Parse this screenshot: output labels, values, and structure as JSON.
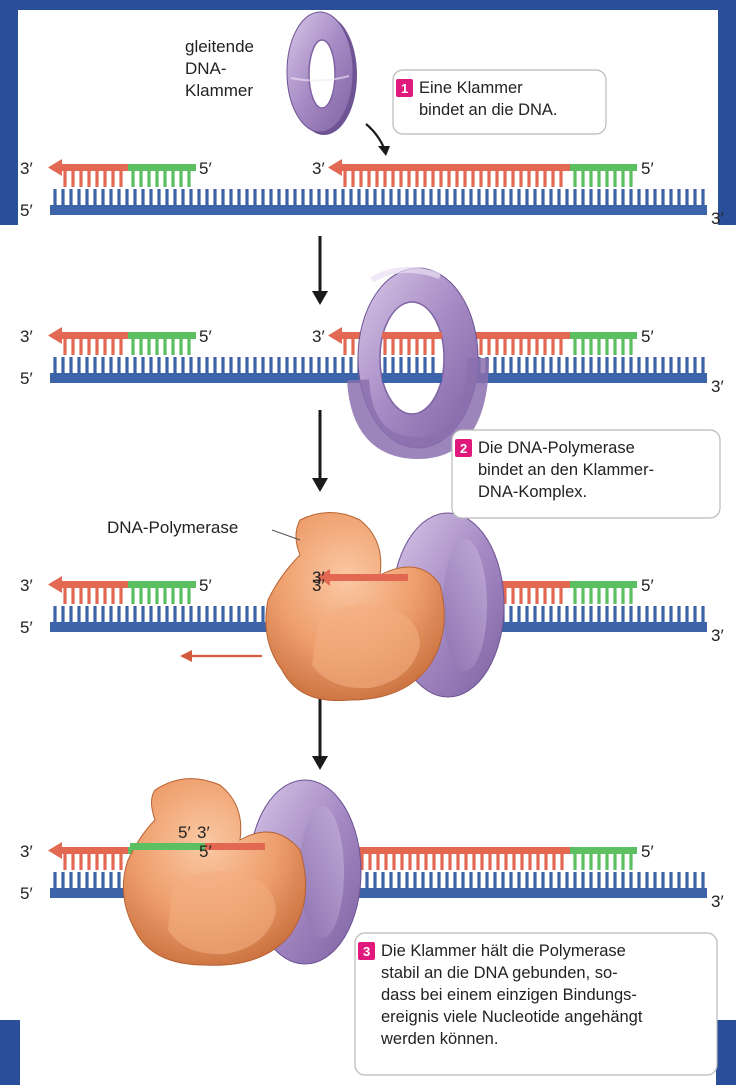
{
  "colors": {
    "frame": "#2a4f9a",
    "template_strand": "#3d63a8",
    "new_strand": "#e26852",
    "primer": "#5cbf62",
    "clamp": "#a58ac4",
    "polymerase": "#ee9f6d",
    "step_badge": "#e0197d"
  },
  "labels": {
    "clamp_label": [
      "gleitende",
      "DNA-",
      "Klammer"
    ],
    "polymerase_label": "DNA-Polymerase",
    "five_prime": "5′",
    "three_prime": "3′"
  },
  "steps": [
    {
      "number": "1",
      "lines": [
        "Eine Klammer",
        "bindet an die DNA."
      ]
    },
    {
      "number": "2",
      "lines": [
        "Die DNA-Polymerase",
        "bindet an den Klammer-",
        "DNA-Komplex."
      ]
    },
    {
      "number": "3",
      "lines": [
        "Die Klammer hält die Polymerase",
        "stabil an die DNA gebunden, so-",
        "dass bei einem einzigen Bindungs-",
        "ereignis viele Nucleotide angehängt",
        "werden können."
      ]
    }
  ]
}
